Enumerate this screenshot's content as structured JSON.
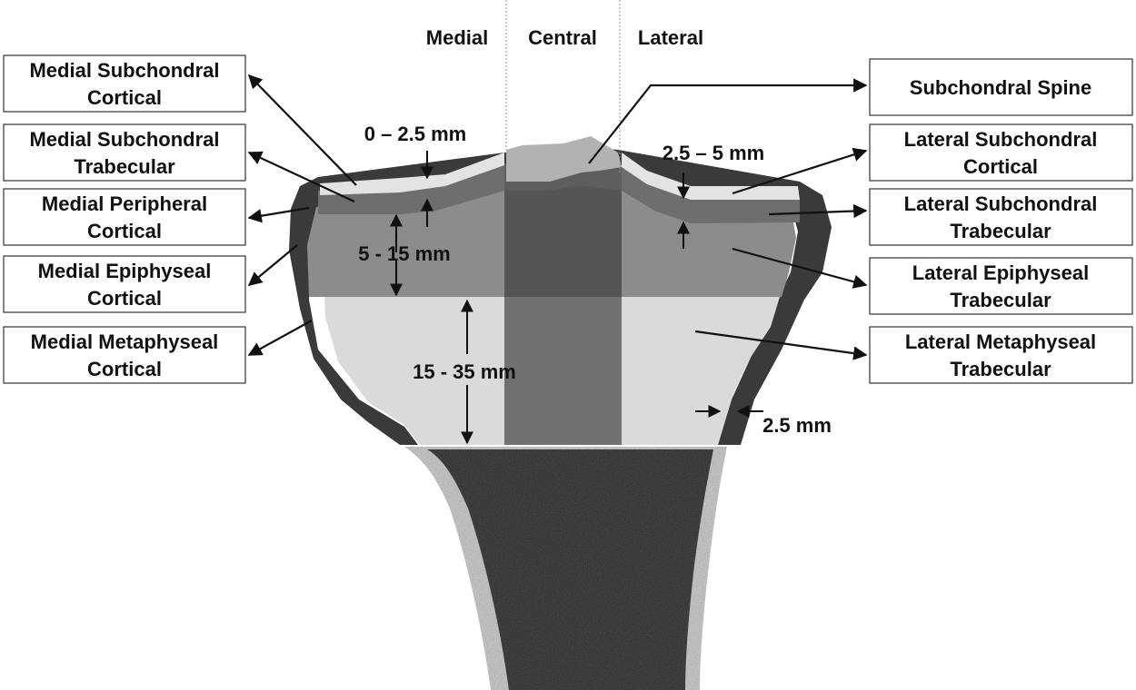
{
  "regions": {
    "medial": "Medial",
    "central": "Central",
    "lateral": "Lateral"
  },
  "labels_left": [
    {
      "line1": "Medial Subchondral",
      "line2": "Cortical"
    },
    {
      "line1": "Medial Subchondral",
      "line2": "Trabecular"
    },
    {
      "line1": "Medial Peripheral",
      "line2": "Cortical"
    },
    {
      "line1": "Medial Epiphyseal",
      "line2": "Cortical"
    },
    {
      "line1": "Medial Metaphyseal",
      "line2": "Cortical"
    }
  ],
  "labels_right": [
    {
      "line1": "Subchondral Spine",
      "line2": ""
    },
    {
      "line1": "Lateral Subchondral",
      "line2": "Cortical"
    },
    {
      "line1": "Lateral Subchondral",
      "line2": "Trabecular"
    },
    {
      "line1": "Lateral Epiphyseal",
      "line2": "Trabecular"
    },
    {
      "line1": "Lateral Metaphyseal",
      "line2": "Trabecular"
    }
  ],
  "dimensions": {
    "subchondral_cortical_medial": "0 – 2.5 mm",
    "subchondral_cortical_lateral": "2.5 – 5 mm",
    "epiphyseal": "5 - 15 mm",
    "metaphyseal": "15 - 35 mm",
    "cortical_thickness": "2.5 mm"
  },
  "colors": {
    "subchondral_cortical": "#e3e3e3",
    "subchondral_trabecular": "#6e6e6e",
    "epiphyseal": "#8c8c8c",
    "metaphyseal": "#dadada",
    "central_epiphyseal": "#555555",
    "central_metaphyseal": "#727070",
    "cortex_dark": "#3a3a3a",
    "ct_bone": "#1f1f1f",
    "ct_cortex": "#d8d8d8"
  }
}
